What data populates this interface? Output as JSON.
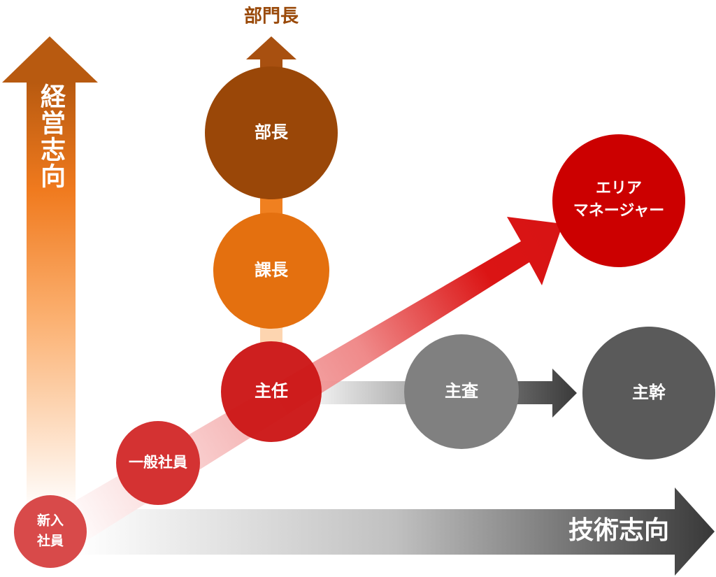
{
  "axes": {
    "vertical_label": "経営志向",
    "horizontal_label": "技術志向",
    "top_label": "部門長"
  },
  "nodes": {
    "bucho": {
      "label": "部長",
      "color": "#9a4708"
    },
    "kacho": {
      "label": "課長",
      "color": "#e4700f"
    },
    "shunin": {
      "label": "主任",
      "color": "#cc1818"
    },
    "ippan": {
      "label": "一般社員",
      "color": "#d43232"
    },
    "shinnyu": {
      "label_line1": "新入",
      "label_line2": "社員",
      "color": "#d84a4a"
    },
    "shusa": {
      "label": "主査",
      "color": "#808080"
    },
    "shukan": {
      "label": "主幹",
      "color": "#5a5a5a"
    },
    "area": {
      "label_line1": "エリア",
      "label_line2": "マネージャー",
      "color": "#cc0000"
    }
  },
  "colors": {
    "top_label": "#9a4a0a",
    "orange_dark": "#b85a10",
    "orange_mid": "#f08020",
    "red": "#d40000",
    "gray_dark": "#3a3a3a"
  }
}
